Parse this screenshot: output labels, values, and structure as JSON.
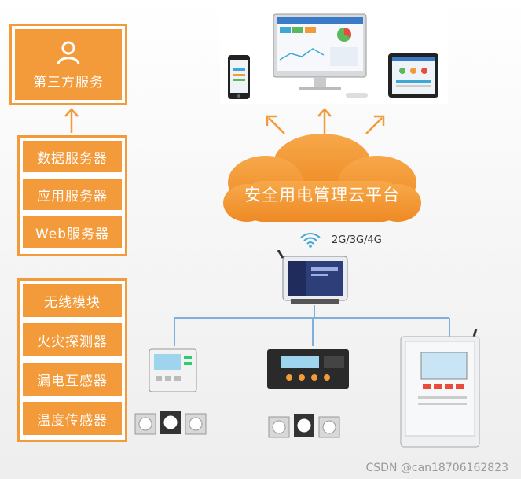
{
  "left_top": {
    "icon": "user-icon",
    "label": "第三方服务"
  },
  "servers": [
    "数据服务器",
    "应用服务器",
    "Web服务器"
  ],
  "sensors": [
    "无线模块",
    "火灾探测器",
    "漏电互感器",
    "温度传感器"
  ],
  "cloud": {
    "label": "安全用电管理云平台"
  },
  "network": {
    "label": "2G/3G/4G"
  },
  "watermark": "CSDN @can18706162823",
  "colors": {
    "accent": "#f39a3a",
    "line": "#7fb0dc"
  }
}
